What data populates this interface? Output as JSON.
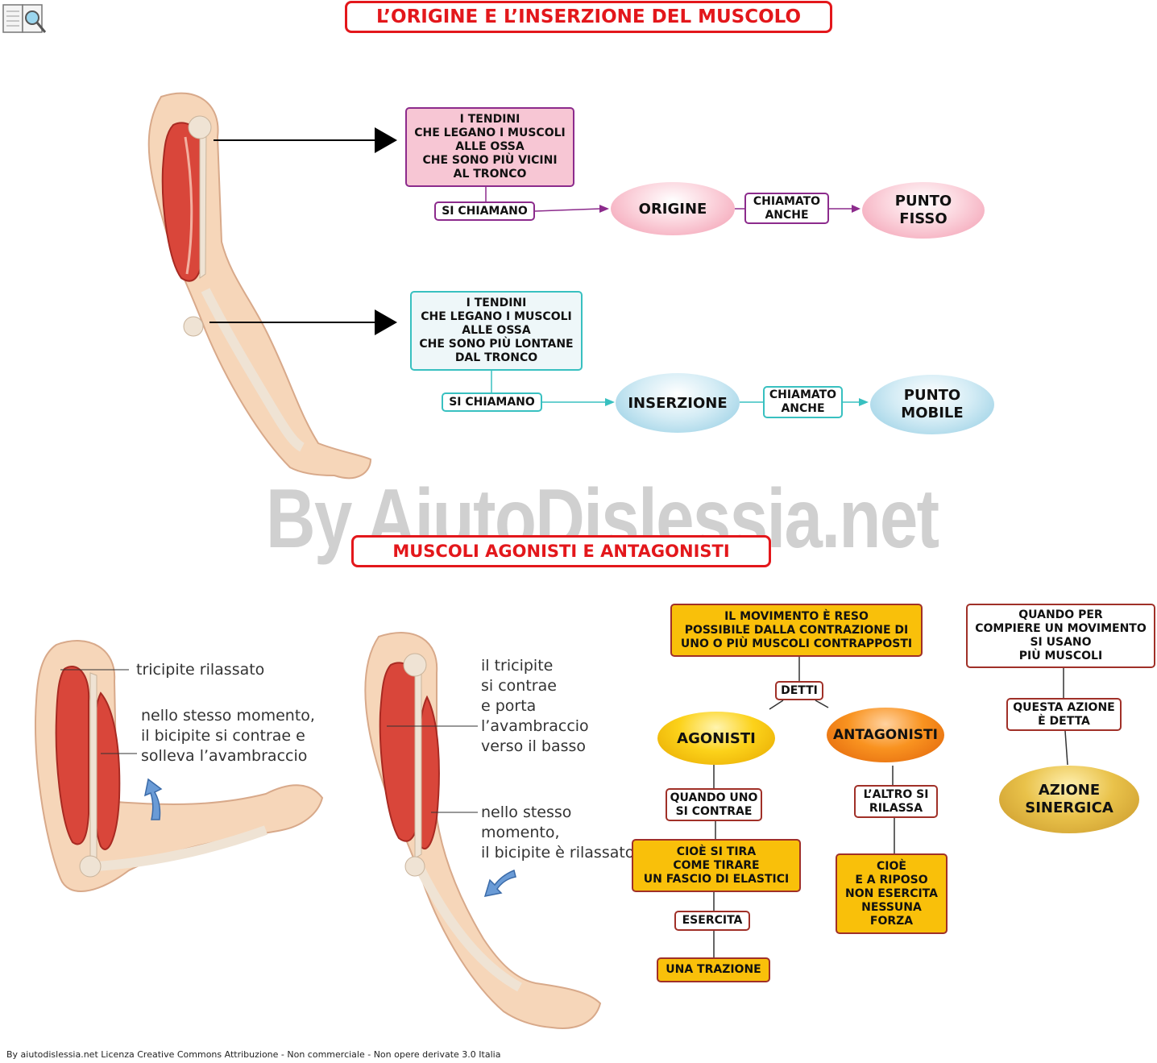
{
  "header": {
    "title": "L’ORIGINE E L’INSERZIONE DEL MUSCOLO",
    "logo_icon": "book-magnifier-icon"
  },
  "origin_section": {
    "top_box": "I  TENDINI\nCHE LEGANO I MUSCOLI\nALLE OSSA\nCHE SONO PIÙ VICINI\nAL TRONCO",
    "link1": "SI CHIAMANO",
    "oval1": "ORIGINE",
    "link2": "CHIAMATO\nANCHE",
    "oval2": "PUNTO\nFISSO",
    "color": "#8c2b8c"
  },
  "insertion_section": {
    "top_box": "I  TENDINI\nCHE LEGANO I MUSCOLI\nALLE OSSA\nCHE SONO PIÙ LONTANE\nDAL TRONCO",
    "link1": "SI CHIAMANO",
    "oval1": "INSERZIONE",
    "link2": "CHIAMATO\nANCHE",
    "oval2": "PUNTO\nMOBILE",
    "color": "#38c0c0"
  },
  "watermark": "By AiutoDislessia.net",
  "section2": {
    "title": "MUSCOLI AGONISTI E ANTAGONISTI"
  },
  "arm_left": {
    "label1": "tricipite rilassato",
    "label2": "nello stesso momento,\nil bicipite si contrae e\nsolleva l’avambraccio",
    "arrow_icon": "up-arrow-icon"
  },
  "arm_right": {
    "label1": "il tricipite\nsi contrae\ne porta\nl’avambraccio\nverso il basso",
    "label2": "nello stesso\nmomento,\nil bicipite è rilassato",
    "arrow_icon": "down-arrow-icon"
  },
  "agonist_map": {
    "top": "IL MOVIMENTO È RESO\nPOSSIBILE DALLA CONTRAZIONE DI\nUNO O PIÙ MUSCOLI CONTRAPPOSTI",
    "detti": "DETTI",
    "agonisti": "AGONISTI",
    "antagonisti": "ANTAGONISTI",
    "ag_link": "QUANDO UNO\nSI CONTRAE",
    "ag_box": "CIOÈ SI TIRA\nCOME TIRARE\nUN FASCIO DI ELASTICI",
    "esercita": "ESERCITA",
    "trazione": "UNA TRAZIONE",
    "ant_link": "L’ALTRO SI\nRILASSA",
    "ant_box": "CIOÈ\nE A RIPOSO\nNON ESERCITA\nNESSUNA\nFORZA"
  },
  "synergy_map": {
    "top": "QUANDO PER\nCOMPIERE UN MOVIMENTO\nSI USANO\nPIÙ MUSCOLI",
    "link": "QUESTA AZIONE\nÈ DETTA",
    "oval": "AZIONE\nSINERGICA"
  },
  "footer": "By aiutodislessia.net Licenza Creative Commons Attribuzione - Non commerciale - Non opere derivate 3.0 Italia"
}
